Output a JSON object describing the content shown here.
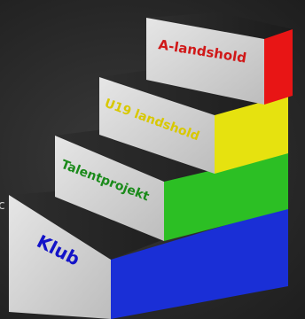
{
  "diagram": {
    "type": "staircase",
    "steps": [
      {
        "label": "Klub",
        "side_color": "#1a2fd6",
        "label_color": "#1313c8"
      },
      {
        "label": "Talentprojekt",
        "side_color": "#2cbf24",
        "label_color": "#1a8a1a"
      },
      {
        "label": "U19 landshold",
        "side_color": "#e6e20f",
        "label_color": "#d8c800"
      },
      {
        "label": "A-landshold",
        "side_color": "#e81515",
        "label_color": "#d01818"
      }
    ],
    "colors": {
      "front_face": "#d9d9d9",
      "top_face": "#262626",
      "background": "#2b2b2b"
    },
    "edge_glyph": "c"
  }
}
